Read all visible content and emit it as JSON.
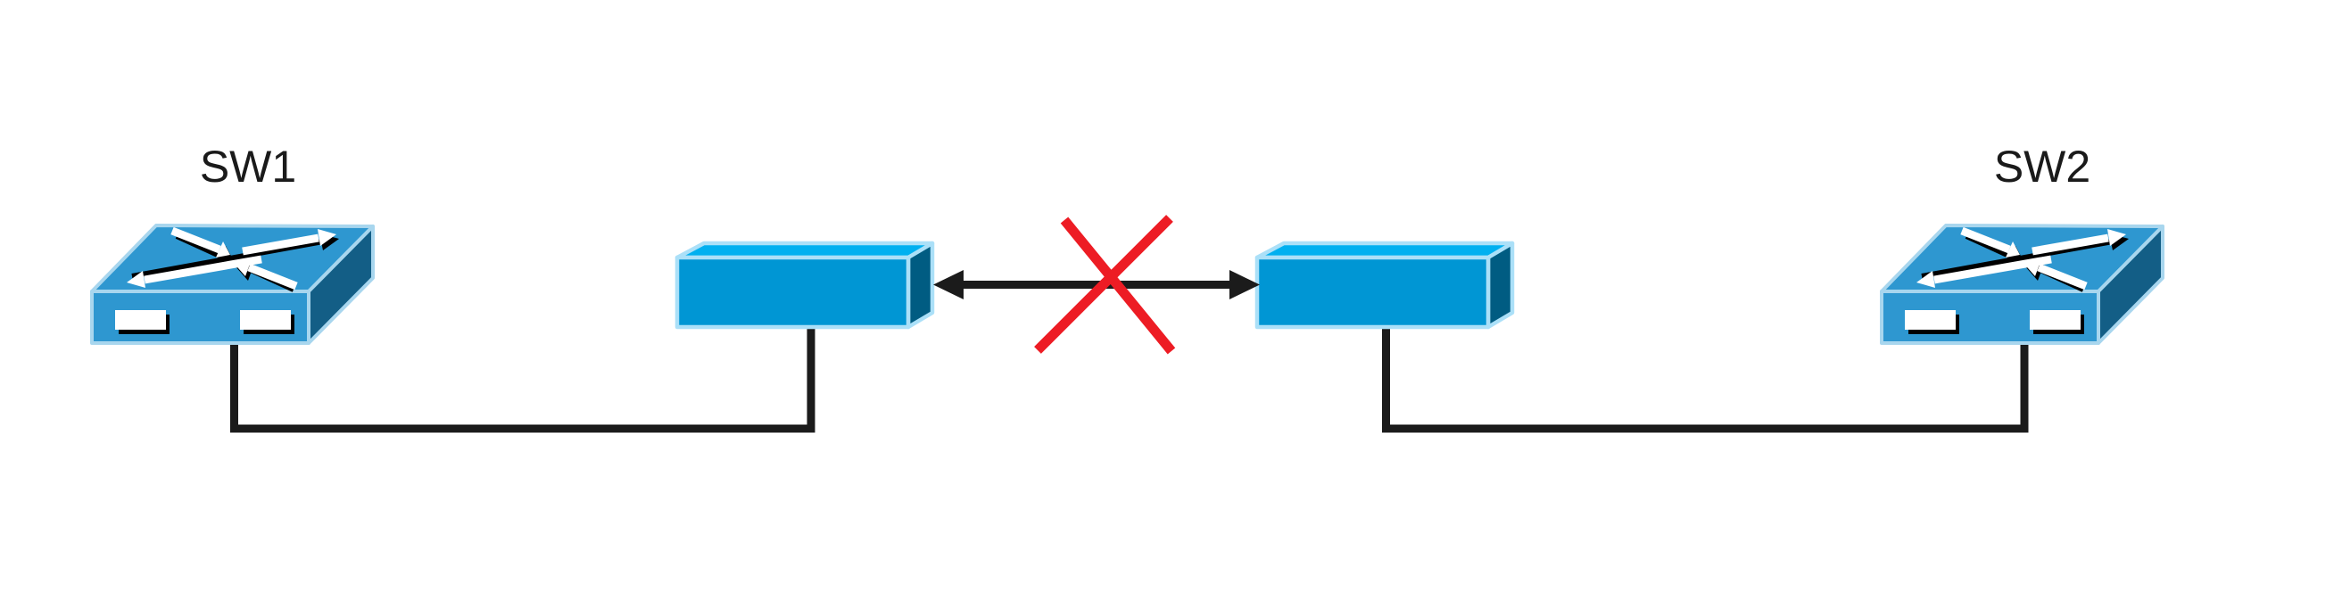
{
  "nodes": {
    "sw1": {
      "label": "SW1",
      "kind": "ethernet-switch"
    },
    "left_box": {
      "kind": "device-box"
    },
    "right_box": {
      "kind": "device-box"
    },
    "sw2": {
      "label": "SW2",
      "kind": "ethernet-switch"
    }
  },
  "links": {
    "sw1_to_left_box": {
      "from": "sw1",
      "to": "left_box",
      "style": "cable",
      "status": "up"
    },
    "left_box_to_right_box": {
      "from": "left_box",
      "to": "right_box",
      "style": "bidirectional-arrow",
      "status": "broken",
      "marker": "red-x"
    },
    "right_box_to_sw2": {
      "from": "right_box",
      "to": "sw2",
      "style": "cable",
      "status": "up"
    }
  },
  "colors": {
    "background": "#FFFFFF",
    "switch_top": "#2E97D0",
    "switch_front": "#2E97D0",
    "switch_side": "#135E86",
    "switch_outline": "#A8D6EE",
    "box_top": "#00B0F0",
    "box_front": "#0096D4",
    "box_side": "#005C82",
    "box_outline": "#ABE0F8",
    "cable": "#1B1B1B",
    "fail_x": "#ED1C24",
    "label_text": "#1A1A1A",
    "glyph_white": "#FFFFFF",
    "glyph_shadow": "#000000",
    "port_white": "#FFFFFF"
  }
}
